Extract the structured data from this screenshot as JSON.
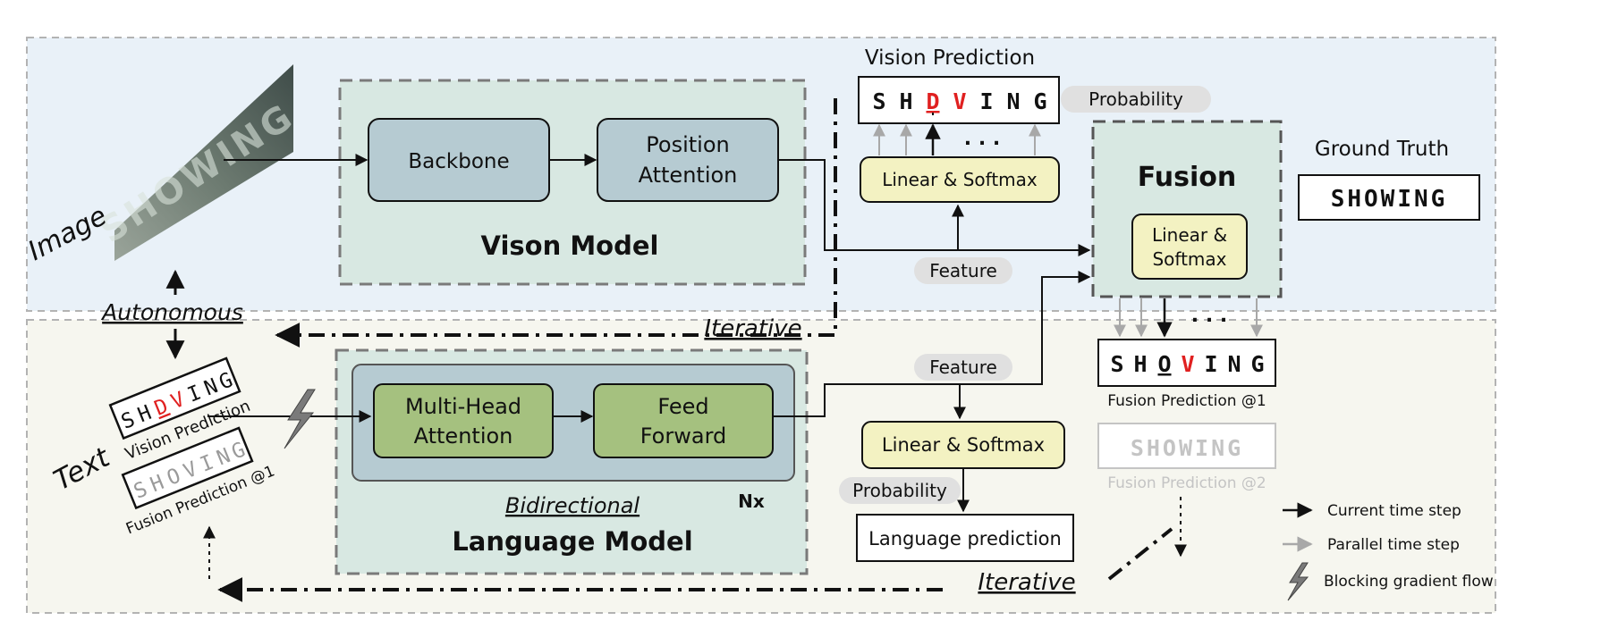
{
  "image_label": "Image",
  "text_label": "Text",
  "autonomous_label": "Autonomous",
  "iterative_label": "Iterative",
  "vision_model": {
    "title": "Vison Model",
    "backbone": "Backbone",
    "position_attention_line1": "Position",
    "position_attention_line2": "Attention"
  },
  "vision_prediction": {
    "title": "Vision Prediction",
    "chars": [
      "S",
      "H",
      "D",
      "V",
      "I",
      "N",
      "G"
    ],
    "linear_softmax": "Linear & Softmax",
    "ellipsis": ". . ."
  },
  "fusion": {
    "probability_label": "Probability",
    "title": "Fusion",
    "linear_line1": "Linear &",
    "linear_line2": "Softmax",
    "ellipsis": ". . ."
  },
  "ground_truth": {
    "title": "Ground Truth",
    "value": "SHOWING"
  },
  "feature_label": "Feature",
  "fusion_prediction_1": {
    "chars": [
      "S",
      "H",
      "O",
      "V",
      "I",
      "N",
      "G"
    ],
    "caption": "Fusion Prediction @1"
  },
  "fusion_prediction_2": {
    "value": "SHOWING",
    "caption": "Fusion Prediction @2"
  },
  "language_model": {
    "mha_line1": "Multi-Head",
    "mha_line2": "Attention",
    "ff_line1": "Feed",
    "ff_line2": "Forward",
    "bidirectional": "Bidirectional",
    "nx": "Nx",
    "title": "Language Model"
  },
  "language_branch": {
    "linear_softmax": "Linear & Softmax",
    "probability_label": "Probability",
    "prediction": "Language prediction"
  },
  "text_stack": {
    "vision_chars": [
      "S",
      "H",
      "D",
      "V",
      "I",
      "N",
      "G"
    ],
    "vision_caption": "Vision Prediction",
    "fusion_chars": [
      "S",
      "H",
      "O",
      "V",
      "I",
      "N",
      "G"
    ],
    "fusion_caption": "Fusion Prediction @1"
  },
  "legend": [
    {
      "label": "Current time step",
      "icon": "black-arrow-icon"
    },
    {
      "label": "Parallel time step",
      "icon": "gray-arrow-icon"
    },
    {
      "label": "Blocking gradient flow",
      "icon": "lightning-icon"
    }
  ],
  "colors": {
    "top_panel": "#e9f1f8",
    "bottom_panel": "#f6f6ef",
    "model_panel": "#d8e8e2",
    "gray_block": "#b6cbd2",
    "green_block": "#a5c17f",
    "yellow_block": "#f3f2c2",
    "error_red": "#e02020"
  }
}
